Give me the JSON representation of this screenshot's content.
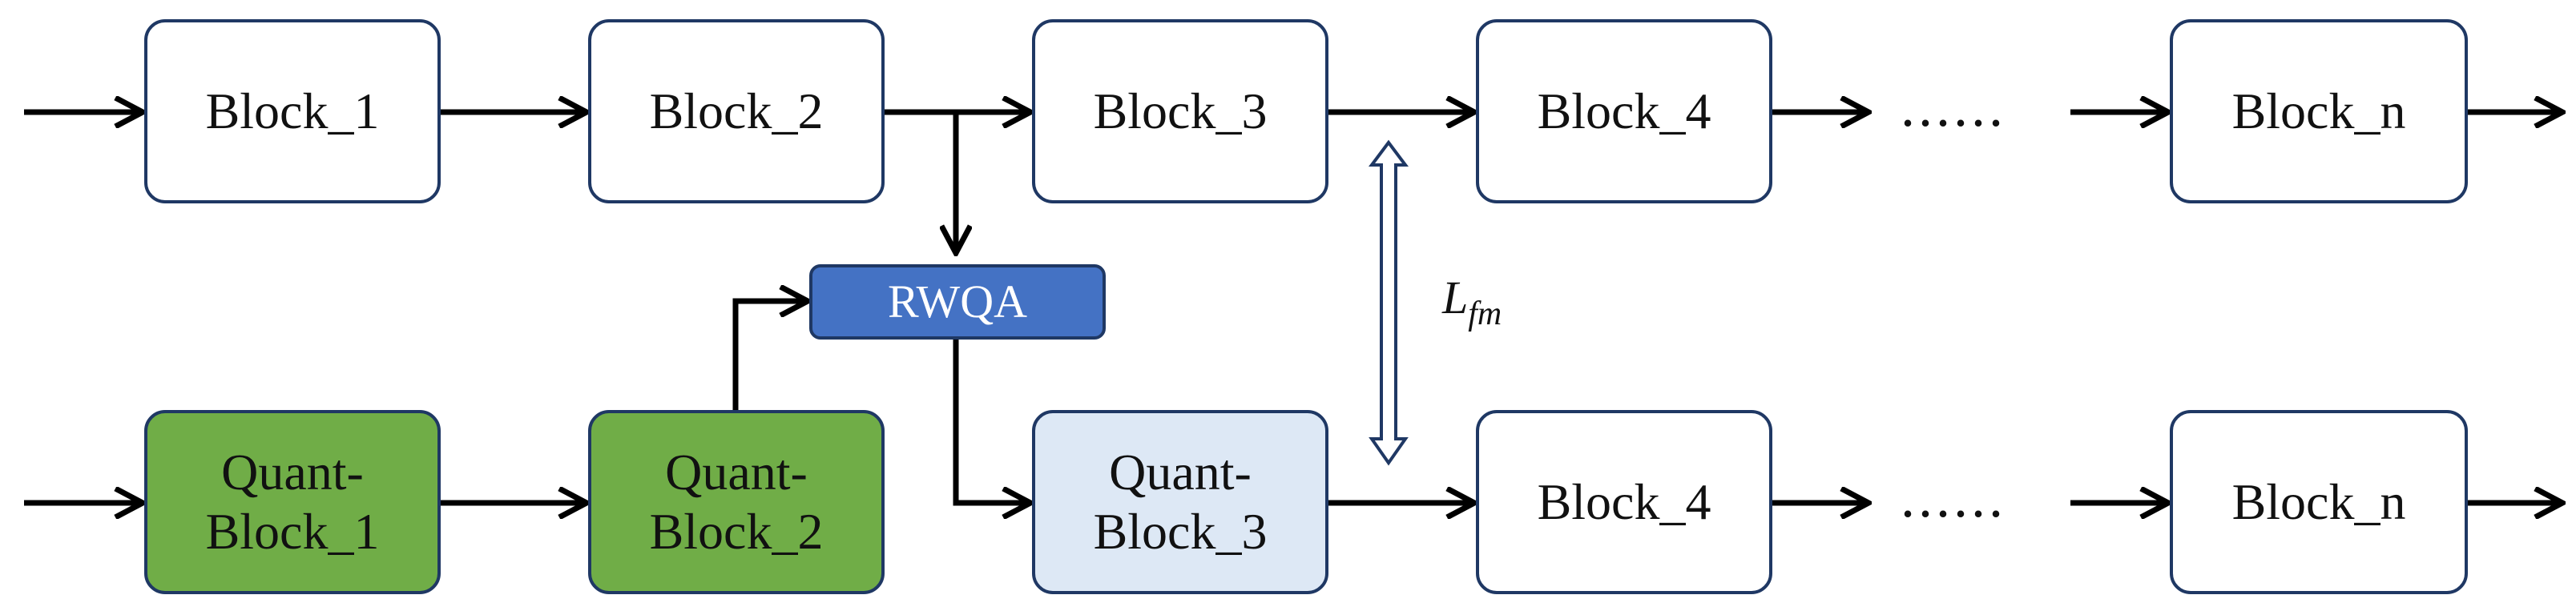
{
  "top_row": {
    "block_1": "Block_1",
    "block_2": "Block_2",
    "block_3": "Block_3",
    "block_4": "Block_4",
    "ellipsis": "......",
    "block_n": "Block_n"
  },
  "rwqa": {
    "label": "RWQA"
  },
  "bottom_row": {
    "quant_block_1": "Quant-\nBlock_1",
    "quant_block_2": "Quant-\nBlock_2",
    "quant_block_3": "Quant-\nBlock_3",
    "block_4": "Block_4",
    "ellipsis": "......",
    "block_n": "Block_n"
  },
  "loss": {
    "symbol": "L",
    "subscript": "fm"
  },
  "colors": {
    "box_border": "#1f3864",
    "quant_green": "#70ad47",
    "quant_light": "#dde8f5",
    "rwqa_fill": "#4472c4",
    "arrow": "#000000"
  }
}
